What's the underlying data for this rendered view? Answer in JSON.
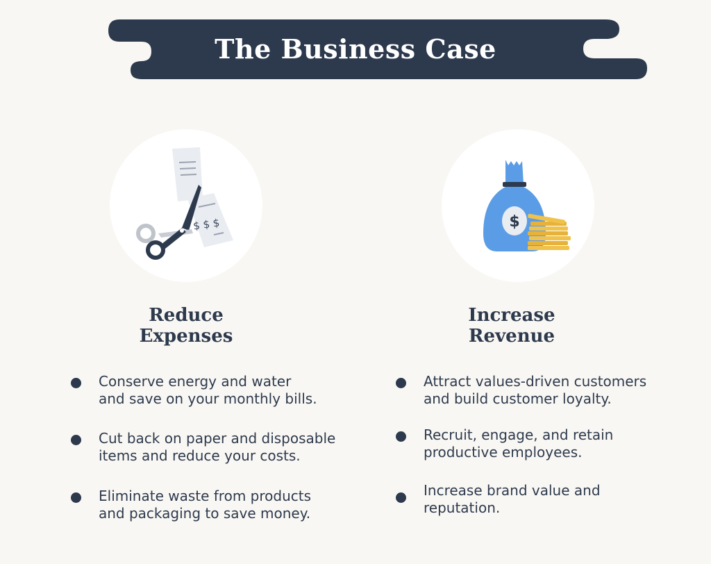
{
  "header": {
    "title": "The Business Case"
  },
  "left": {
    "title_lines": [
      "Reduce",
      "Expenses"
    ],
    "icon": "scissors-cutting-receipt-icon",
    "receipt_text": "$ $ $",
    "bullets": [
      {
        "lines": [
          "Conserve energy and water",
          "and save on your monthly bills."
        ]
      },
      {
        "lines": [
          "Cut back on paper and disposable",
          "items and reduce your costs."
        ]
      },
      {
        "lines": [
          "Eliminate waste from products",
          "and packaging to save money."
        ]
      }
    ]
  },
  "right": {
    "title_lines": [
      "Increase",
      "Revenue"
    ],
    "icon": "money-bag-coins-icon",
    "bag_symbol": "$",
    "bullets": [
      {
        "lines": [
          "Attract values-driven customers",
          "and build customer loyalty."
        ]
      },
      {
        "lines": [
          "Recruit, engage, and retain",
          "productive employees."
        ]
      },
      {
        "lines": [
          "Increase brand value and",
          "reputation."
        ]
      }
    ]
  },
  "colors": {
    "background": "#f9f7f3",
    "navy": "#2d3a4d",
    "bag_blue": "#5a9de6",
    "coin_gold": "#f0c24b"
  }
}
